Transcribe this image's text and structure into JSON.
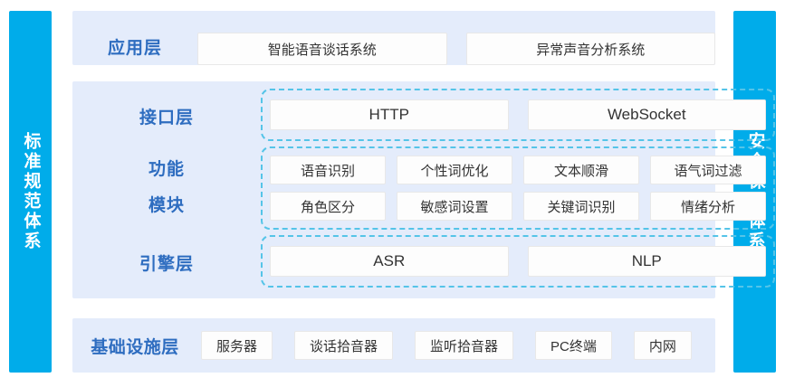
{
  "sidebars": {
    "left": {
      "name": "standards-system",
      "text": "标准规范体系"
    },
    "right": {
      "name": "security-system",
      "text": "安全保障体系"
    }
  },
  "layers": {
    "application": {
      "label": "应用层",
      "items": [
        {
          "label": "智能语音谈话系统"
        },
        {
          "label": "异常声音分析系统"
        }
      ]
    },
    "interface": {
      "label": "接口层",
      "items": [
        {
          "label": "HTTP"
        },
        {
          "label": "WebSocket"
        }
      ]
    },
    "function_module": {
      "label_line1": "功能",
      "label_line2": "模块",
      "rows": [
        [
          {
            "label": "语音识别"
          },
          {
            "label": "个性词优化"
          },
          {
            "label": "文本顺滑"
          },
          {
            "label": "语气词过滤"
          }
        ],
        [
          {
            "label": "角色区分"
          },
          {
            "label": "敏感词设置"
          },
          {
            "label": "关键词识别"
          },
          {
            "label": "情绪分析"
          }
        ]
      ]
    },
    "engine": {
      "label": "引擎层",
      "items": [
        {
          "label": "ASR"
        },
        {
          "label": "NLP"
        }
      ]
    },
    "infrastructure": {
      "label": "基础设施层",
      "items": [
        {
          "label": "服务器"
        },
        {
          "label": "谈话拾音器"
        },
        {
          "label": "监听拾音器"
        },
        {
          "label": "PC终端"
        },
        {
          "label": "内网"
        }
      ]
    }
  },
  "colors": {
    "sidebar": "#00ACEA",
    "panel_bg": "#E4ECFB",
    "label_blue": "#2E6DC0",
    "dashed_border": "#55C4E8",
    "box_bg": "#FDFDFD"
  }
}
